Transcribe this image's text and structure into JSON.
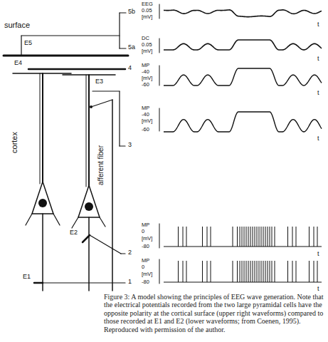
{
  "diagram": {
    "caption": "Figure 3: A model showing the principles of EEG wave generation. Note that the electrical potentials recorded from the two large pyramidal cells have the opposite polarity at the cortical surface (upper right waveforms) compared to those recorded at E1 and E2 (lower waveforms; from Coenen, 1995). Reproduced with permission of the author.",
    "labels": [
      "surface",
      "E5",
      "E4",
      "E3",
      "E2",
      "E1",
      "cortex",
      "afferent fiber",
      "5b",
      "EEG",
      "0.05",
      "[mV]",
      "t",
      "5a",
      "DC",
      "0.05",
      "[mV]",
      "t",
      "4",
      "MP",
      "-40",
      "[mV]",
      "-60",
      "t",
      "3",
      "MP",
      "-40",
      "[mV]",
      "-60",
      "t",
      "2",
      "MP",
      "0",
      "[mV]",
      "-80",
      "t",
      "1",
      "MP",
      "0",
      "[mV]",
      "-80",
      "t"
    ]
  }
}
